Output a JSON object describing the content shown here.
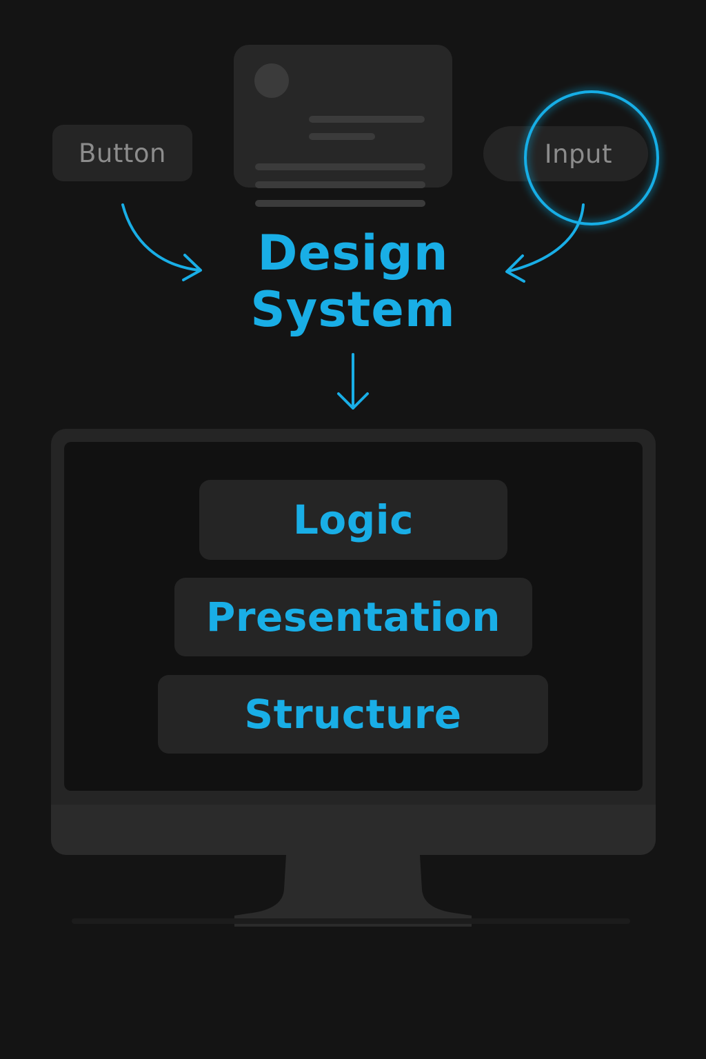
{
  "components": {
    "button_label": "Button",
    "input_label": "Input"
  },
  "headline": {
    "line1": "Design",
    "line2": "System"
  },
  "layers": {
    "top": "Logic",
    "middle": "Presentation",
    "bottom": "Structure"
  },
  "colors": {
    "accent": "#19aee6",
    "background": "#141414",
    "surface": "#252525",
    "muted_text": "#8c8c8c"
  }
}
